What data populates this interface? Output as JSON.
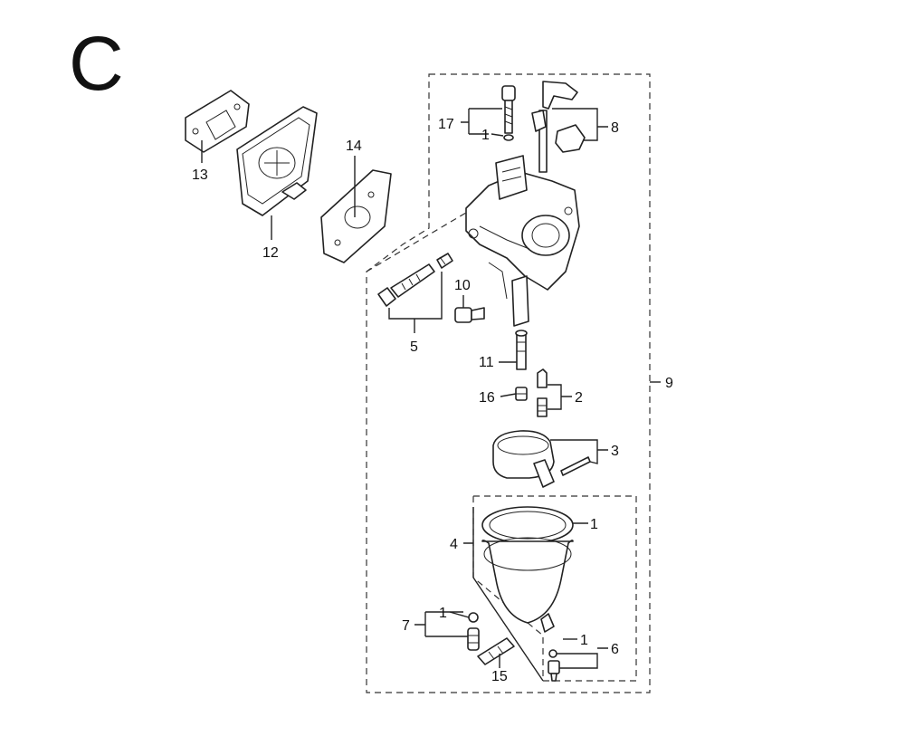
{
  "diagram": {
    "section_letter": "C",
    "callouts": {
      "p1_top": "1",
      "p17": "17",
      "p8": "8",
      "p13": "13",
      "p12": "12",
      "p14": "14",
      "p10": "10",
      "p5": "5",
      "p11": "11",
      "p16": "16",
      "p2": "2",
      "p9": "9",
      "p3": "3",
      "p4": "4",
      "p1_bowl": "1",
      "p7": "7",
      "p1_drain": "1",
      "p1_bolt": "1",
      "p6": "6",
      "p15": "15"
    }
  }
}
